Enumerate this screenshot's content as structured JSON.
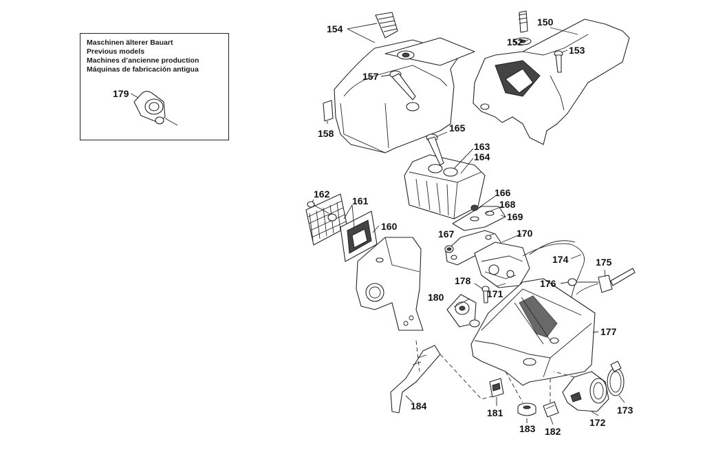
{
  "legend": {
    "lines": [
      "Maschinen älterer Bauart",
      "Previous models",
      "Machines d’ancienne production",
      "Máquinas de fabricación antigua"
    ],
    "part": "179"
  },
  "callouts": {
    "p150": "150",
    "p152": "152",
    "p153": "153",
    "p154": "154",
    "p157": "157",
    "p158": "158",
    "p160": "160",
    "p161": "161",
    "p162": "162",
    "p163": "163",
    "p164": "164",
    "p165": "165",
    "p166": "166",
    "p167": "167",
    "p168": "168",
    "p169": "169",
    "p170": "170",
    "p171": "171",
    "p172": "172",
    "p173": "173",
    "p174": "174",
    "p175": "175",
    "p176": "176",
    "p177": "177",
    "p178": "178",
    "p180": "180",
    "p181": "181",
    "p182": "182",
    "p183": "183",
    "p184": "184"
  }
}
